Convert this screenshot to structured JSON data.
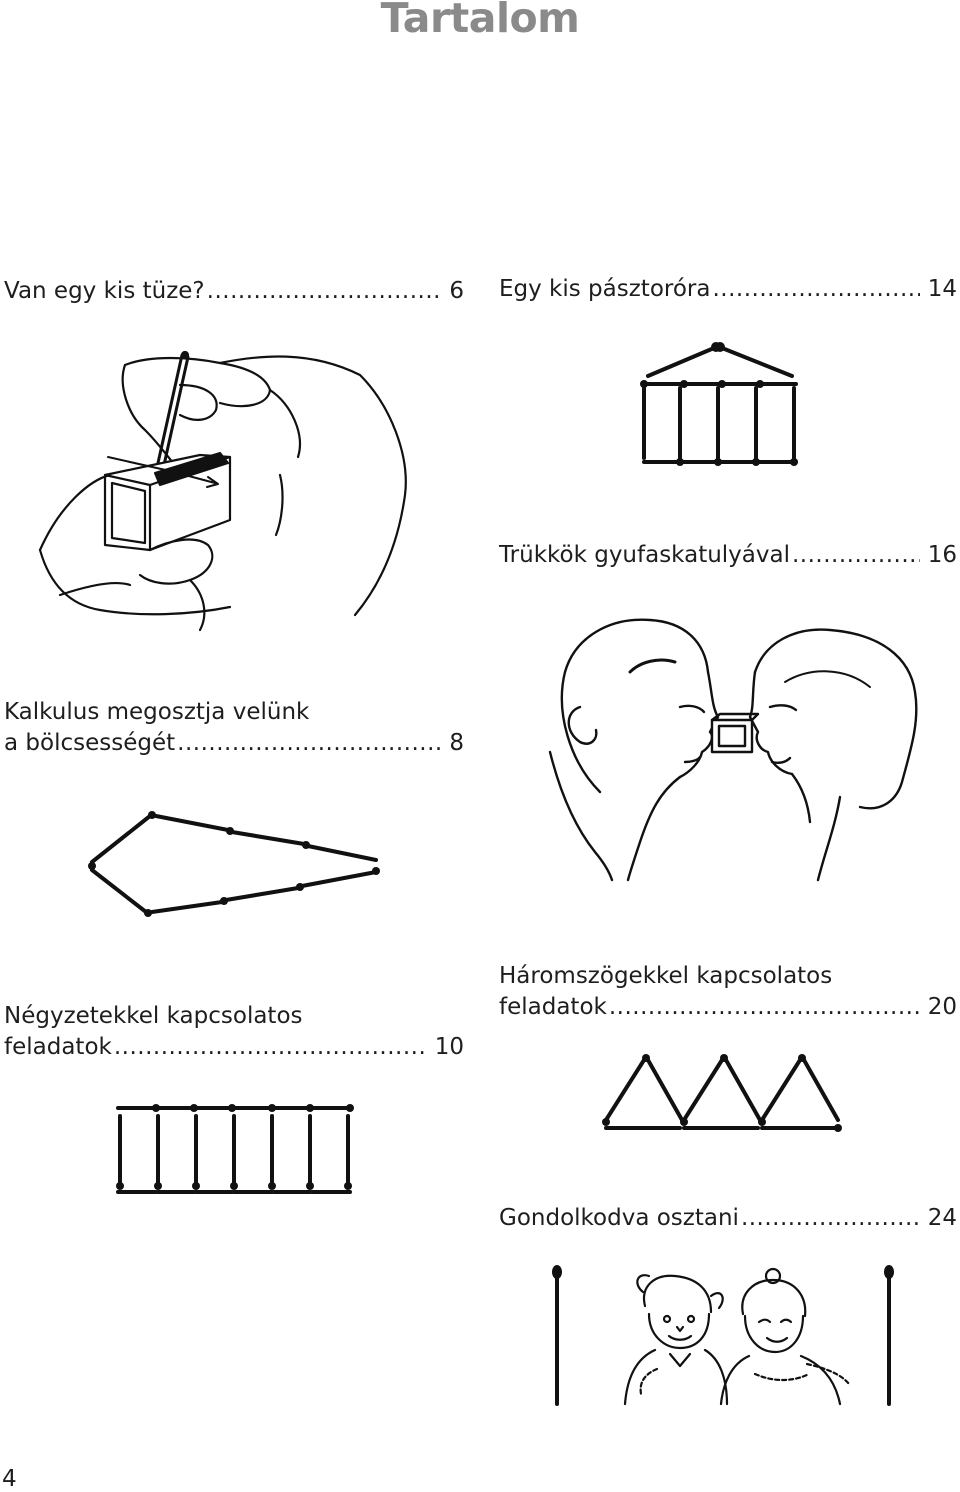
{
  "page": {
    "title": "Tartalom",
    "page_number": "4"
  },
  "entries": [
    {
      "id": "e1",
      "lines": [
        "Van egy kis tüze?"
      ],
      "dots": "...................................",
      "page": "6"
    },
    {
      "id": "e2",
      "lines": [
        "Egy kis pásztoróra"
      ],
      "dots": ".............................",
      "page": "14"
    },
    {
      "id": "e3",
      "lines": [
        "Trükkök gyufaskatulyával"
      ],
      "dots": ".........................",
      "page": "16"
    },
    {
      "id": "e4",
      "lines": [
        "Kalkulus megosztja velünk",
        "a bölcsességét"
      ],
      "dots": "...................................",
      "page": "8"
    },
    {
      "id": "e5",
      "lines": [
        "Négyzetekkel kapcsolatos",
        "feladatok"
      ],
      "dots": "............................................",
      "page": "10"
    },
    {
      "id": "e6",
      "lines": [
        "Háromszögekkel kapcsolatos",
        "feladatok"
      ],
      "dots": "............................................",
      "page": "20"
    },
    {
      "id": "e7",
      "lines": [
        "Gondolkodva osztani"
      ],
      "dots": "..........................",
      "page": "24"
    }
  ],
  "colors": {
    "title": "#8a8a8a",
    "text": "#1e1e1e",
    "ink": "#111111"
  },
  "icons": [
    "hand-match-icon",
    "matchstick-icon",
    "faces-icon",
    "children-icon"
  ]
}
